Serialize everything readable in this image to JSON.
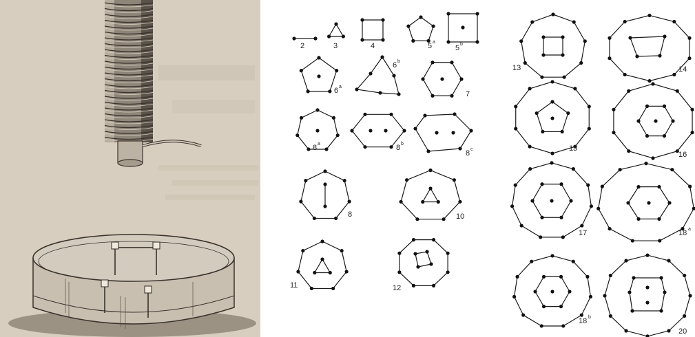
{
  "illustration": {
    "description_icon": "electromagnet-over-water-dish-icon",
    "colors": {
      "paper": "#d9cfc1",
      "ink": "#3a332c",
      "water": "#cfc6b8"
    }
  },
  "figure_labels": [
    {
      "id": "f2",
      "main": "2",
      "sup": ""
    },
    {
      "id": "f3",
      "main": "3",
      "sup": ""
    },
    {
      "id": "f4",
      "main": "4",
      "sup": ""
    },
    {
      "id": "f5a",
      "main": "5",
      "sup": "a"
    },
    {
      "id": "f5b",
      "main": "5",
      "sup": "b"
    },
    {
      "id": "f6a",
      "main": "6",
      "sup": "a"
    },
    {
      "id": "f6b",
      "main": "6",
      "sup": "b"
    },
    {
      "id": "f7",
      "main": "7",
      "sup": ""
    },
    {
      "id": "f8a",
      "main": "8",
      "sup": "a"
    },
    {
      "id": "f8b",
      "main": "8",
      "sup": "b"
    },
    {
      "id": "f8c",
      "main": "8",
      "sup": "c"
    },
    {
      "id": "f9",
      "main": "8",
      "sup": ""
    },
    {
      "id": "f10",
      "main": "10",
      "sup": ""
    },
    {
      "id": "f11",
      "main": "11",
      "sup": ""
    },
    {
      "id": "f12",
      "main": "12",
      "sup": ""
    },
    {
      "id": "f13",
      "main": "13",
      "sup": ""
    },
    {
      "id": "f14",
      "main": "14",
      "sup": ""
    },
    {
      "id": "f15",
      "main": "15",
      "sup": ""
    },
    {
      "id": "f16",
      "main": "16",
      "sup": ""
    },
    {
      "id": "f17",
      "main": "17",
      "sup": ""
    },
    {
      "id": "f18a",
      "main": "18",
      "sup": "a"
    },
    {
      "id": "f18b",
      "main": "18",
      "sup": "b"
    },
    {
      "id": "f20",
      "main": "20",
      "sup": ""
    }
  ]
}
